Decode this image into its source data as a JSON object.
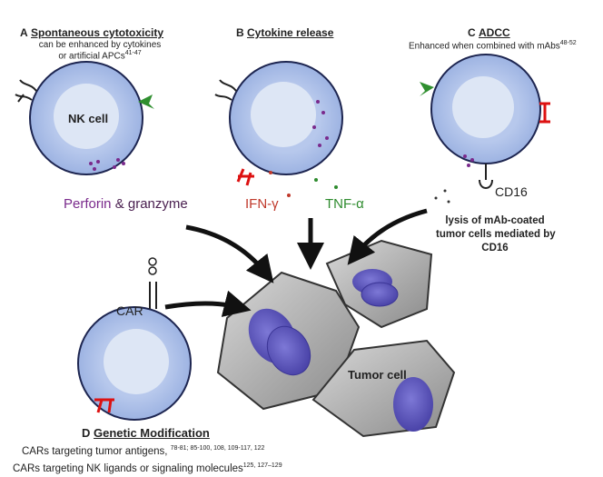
{
  "panel_a": {
    "letter": "A",
    "title": "Spontaneous cytotoxicity",
    "line1": "can be enhanced by cytokines",
    "line2": "or artificial APCs",
    "ref": "41-47",
    "cell_label": "NK cell"
  },
  "panel_b": {
    "letter": "B",
    "title": "Cytokine release",
    "ifn": "IFN-γ",
    "tnf": "TNF-α"
  },
  "perforin": {
    "a": "Perforin",
    "b": "& granzyme"
  },
  "panel_c": {
    "letter": "C",
    "title": "ADCC",
    "line1": "Enhanced when combined with mAbs",
    "ref": "48-52",
    "cd16": "CD16",
    "lysis1": "lysis of mAb-coated",
    "lysis2": "tumor cells mediated by",
    "lysis3": "CD16"
  },
  "panel_d": {
    "letter": "D",
    "title": "Genetic Modification",
    "line1": "CARs targeting tumor antigens,",
    "ref1": "78-81; 85-100, 108, 109-117, 122",
    "line2": "CARs targeting NK ligands or signaling molecules",
    "ref2": "125, 127–129",
    "car": "CAR"
  },
  "tumor_label": "Tumor cell",
  "colors": {
    "cell_fill": "#a9bde6",
    "nucleus": "#d9e3f3",
    "tumor": "#a8a8a8",
    "tumor_nucleus": "#5b54b8",
    "perforin": "#7a2a8c",
    "ifn": "#c0392b",
    "tnf": "#2e8b2e",
    "receptor_red": "#d11",
    "receptor_green": "#2f8f2f"
  }
}
